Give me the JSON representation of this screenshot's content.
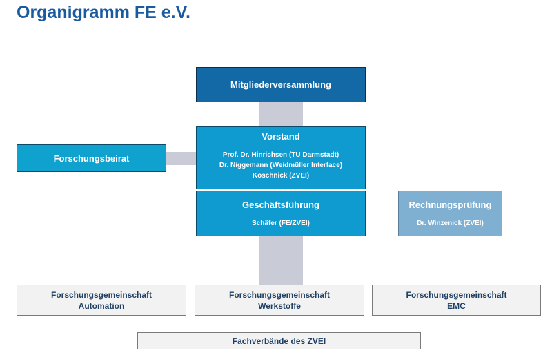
{
  "title": "Organigramm FE e.V.",
  "mitgliederversammlung": {
    "label": "Mitgliederversammlung"
  },
  "forschungsbeirat": {
    "label": "Forschungsbeirat"
  },
  "vorstand": {
    "label": "Vorstand",
    "members": [
      "Prof. Dr. Hinrichsen (TU Darmstadt)",
      "Dr. Niggemann (Weidmüller Interface)",
      "Koschnick (ZVEI)"
    ]
  },
  "geschaeftsfuehrung": {
    "label": "Geschäftsführung",
    "member": "Schäfer (FE/ZVEI)"
  },
  "rechnungspruefung": {
    "label": "Rechnungsprüfung",
    "member": "Dr. Winzenick (ZVEI)"
  },
  "forschungsgemeinschaften": [
    {
      "line1": "Forschungsgemeinschaft",
      "line2": "Automation"
    },
    {
      "line1": "Forschungsgemeinschaft",
      "line2": "Werkstoffe"
    },
    {
      "line1": "Forschungsgemeinschaft",
      "line2": "EMC"
    }
  ],
  "fachverbaende": {
    "label": "Fachverbände des ZVEI"
  },
  "colors": {
    "title": "#1a5aa0",
    "mitgliederversammlung": "#1368a6",
    "vorstand": "#0f9ad0",
    "forschungsbeirat": "#0fa2cf",
    "rechnungspruefung": "#7fb0d2",
    "connector": "#c9ccd6",
    "bottom_boxes": "#f2f2f2"
  }
}
